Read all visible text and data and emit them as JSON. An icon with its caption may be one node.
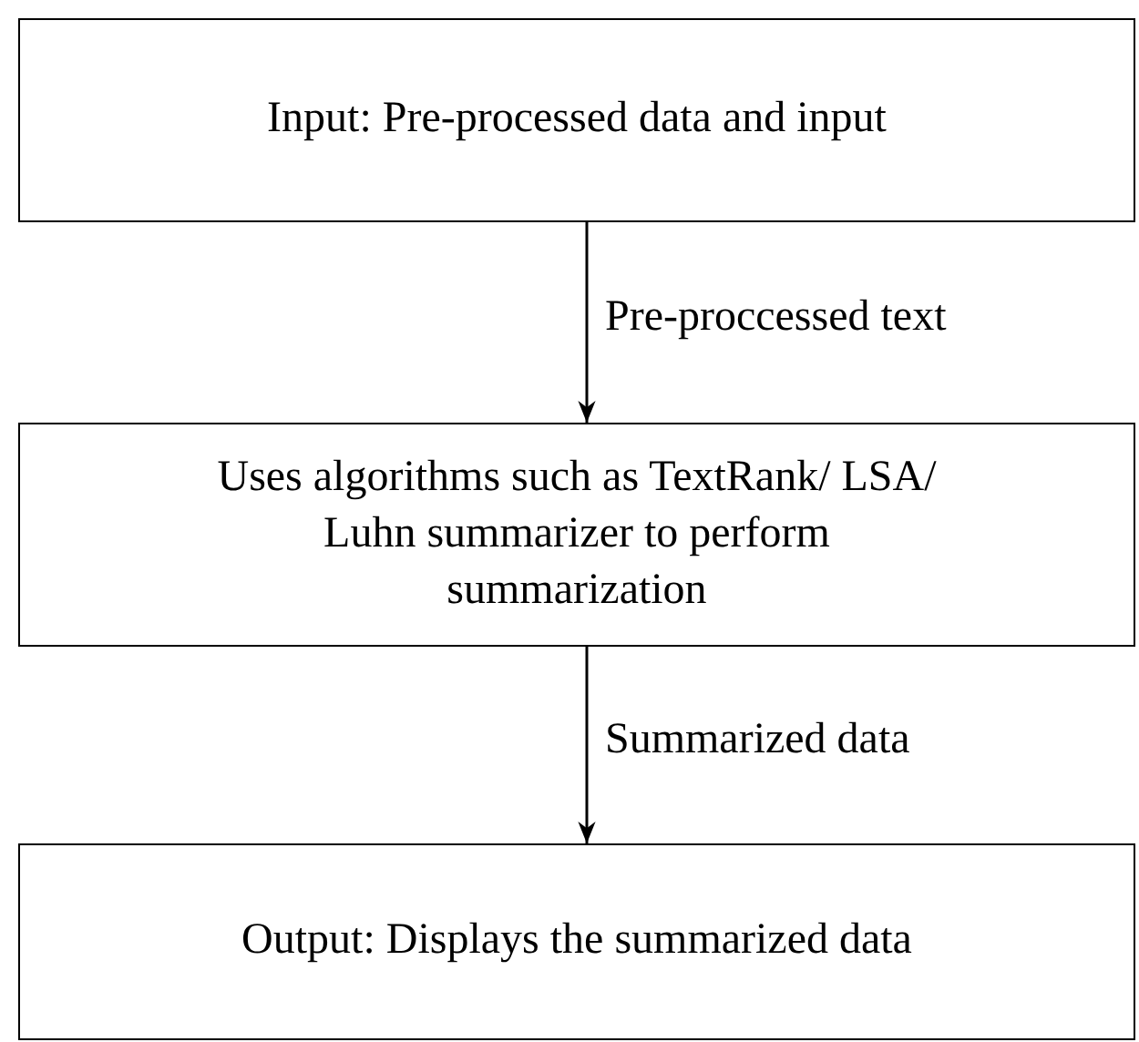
{
  "diagram": {
    "nodes": [
      {
        "text": [
          "Input: Pre-processed data and input"
        ]
      },
      {
        "text": [
          "Uses algorithms such as TextRank/ LSA/ Luhn summarizer to perform summarization"
        ]
      },
      {
        "text": [
          "Output: Displays the summarized data"
        ]
      }
    ],
    "edges": [
      {
        "from": 0,
        "to": 1,
        "arrow": "to",
        "label": "Pre-proccessed text"
      },
      {
        "from": 1,
        "to": 2,
        "arrow": "to",
        "label": "Summarized data"
      }
    ]
  }
}
